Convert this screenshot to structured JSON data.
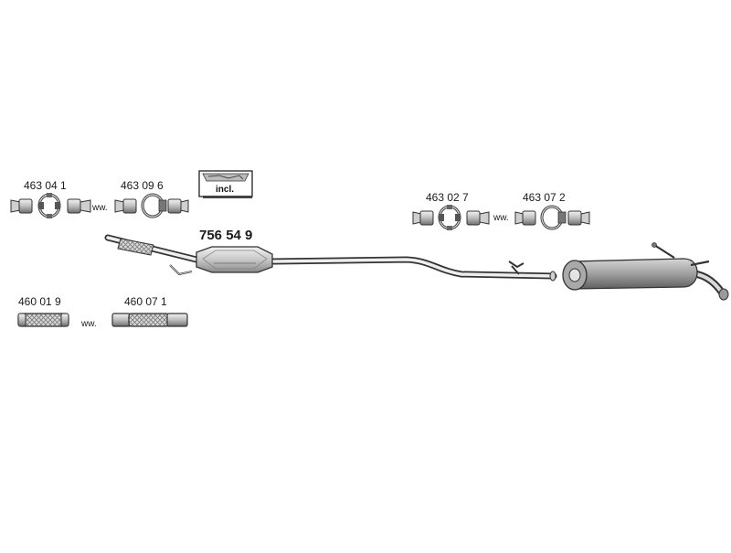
{
  "parts": {
    "clamp_front_left": "463 04 1",
    "clamp_front_right": "463 09 6",
    "clamp_rear_left": "463 02 7",
    "clamp_rear_right": "463 07 2",
    "flex_left": "460 01 9",
    "flex_right": "460 07 1",
    "main_part": "756 54 9"
  },
  "ww_label": "ww.",
  "incl_label": "incl.",
  "colors": {
    "line": "#333333",
    "metal_light": "#e6e6e6",
    "metal_mid": "#b8b8b8",
    "metal_dark": "#7a7a7a"
  }
}
